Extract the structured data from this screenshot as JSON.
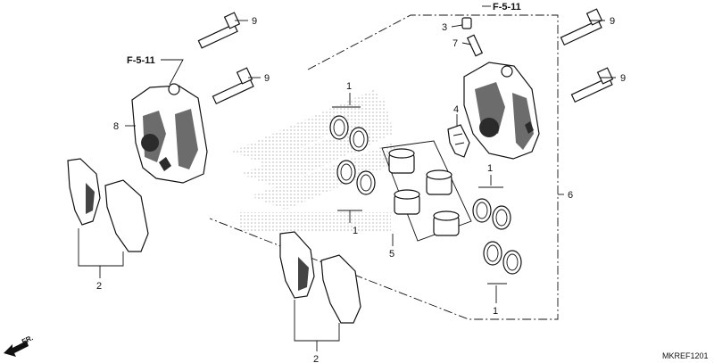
{
  "labels": {
    "bolt_top_left": "9",
    "bolt_mid_left": "9",
    "bolt_top_right": "9",
    "bolt_mid_right": "9",
    "caliper_left": "8",
    "bleeder_cap": "3",
    "bleeder_valve": "7",
    "pad_spring": "4",
    "piston_set": "5",
    "caliper_assy": "6",
    "seal_set_top": "1",
    "seal_set_mid": "1",
    "seal_set_right": "1",
    "seal_set_bottom": "1",
    "pads_left": "2",
    "pads_center": "2"
  },
  "refs": {
    "left": "F-5-11",
    "right": "F-5-11"
  },
  "direction_label": "FR.",
  "diagram_code": "MKREF1201"
}
